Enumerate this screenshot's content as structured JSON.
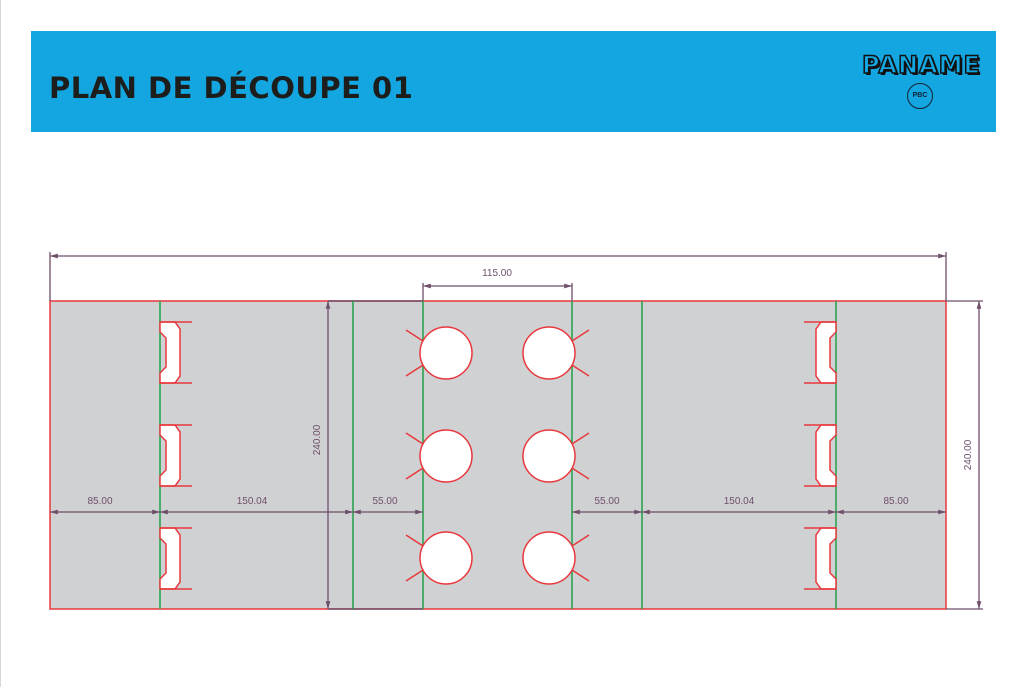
{
  "header": {
    "title": "PLAN DE DÉCOUPE 01",
    "logo_text": "PANAME",
    "seal_text": "PBC"
  },
  "colors": {
    "header_bg": "#13a6e0",
    "cut_line": "#e8383d",
    "fold_line": "#1fa04a",
    "dimension": "#6e4f6a",
    "panel_fill": "#d0d1d3"
  },
  "dimensions": {
    "hole_spacing": "115.00",
    "height_inner": "240.00",
    "height_outer": "240.00",
    "widths": [
      "85.00",
      "150.04",
      "55.00",
      "55.00",
      "150.04",
      "85.00"
    ]
  }
}
